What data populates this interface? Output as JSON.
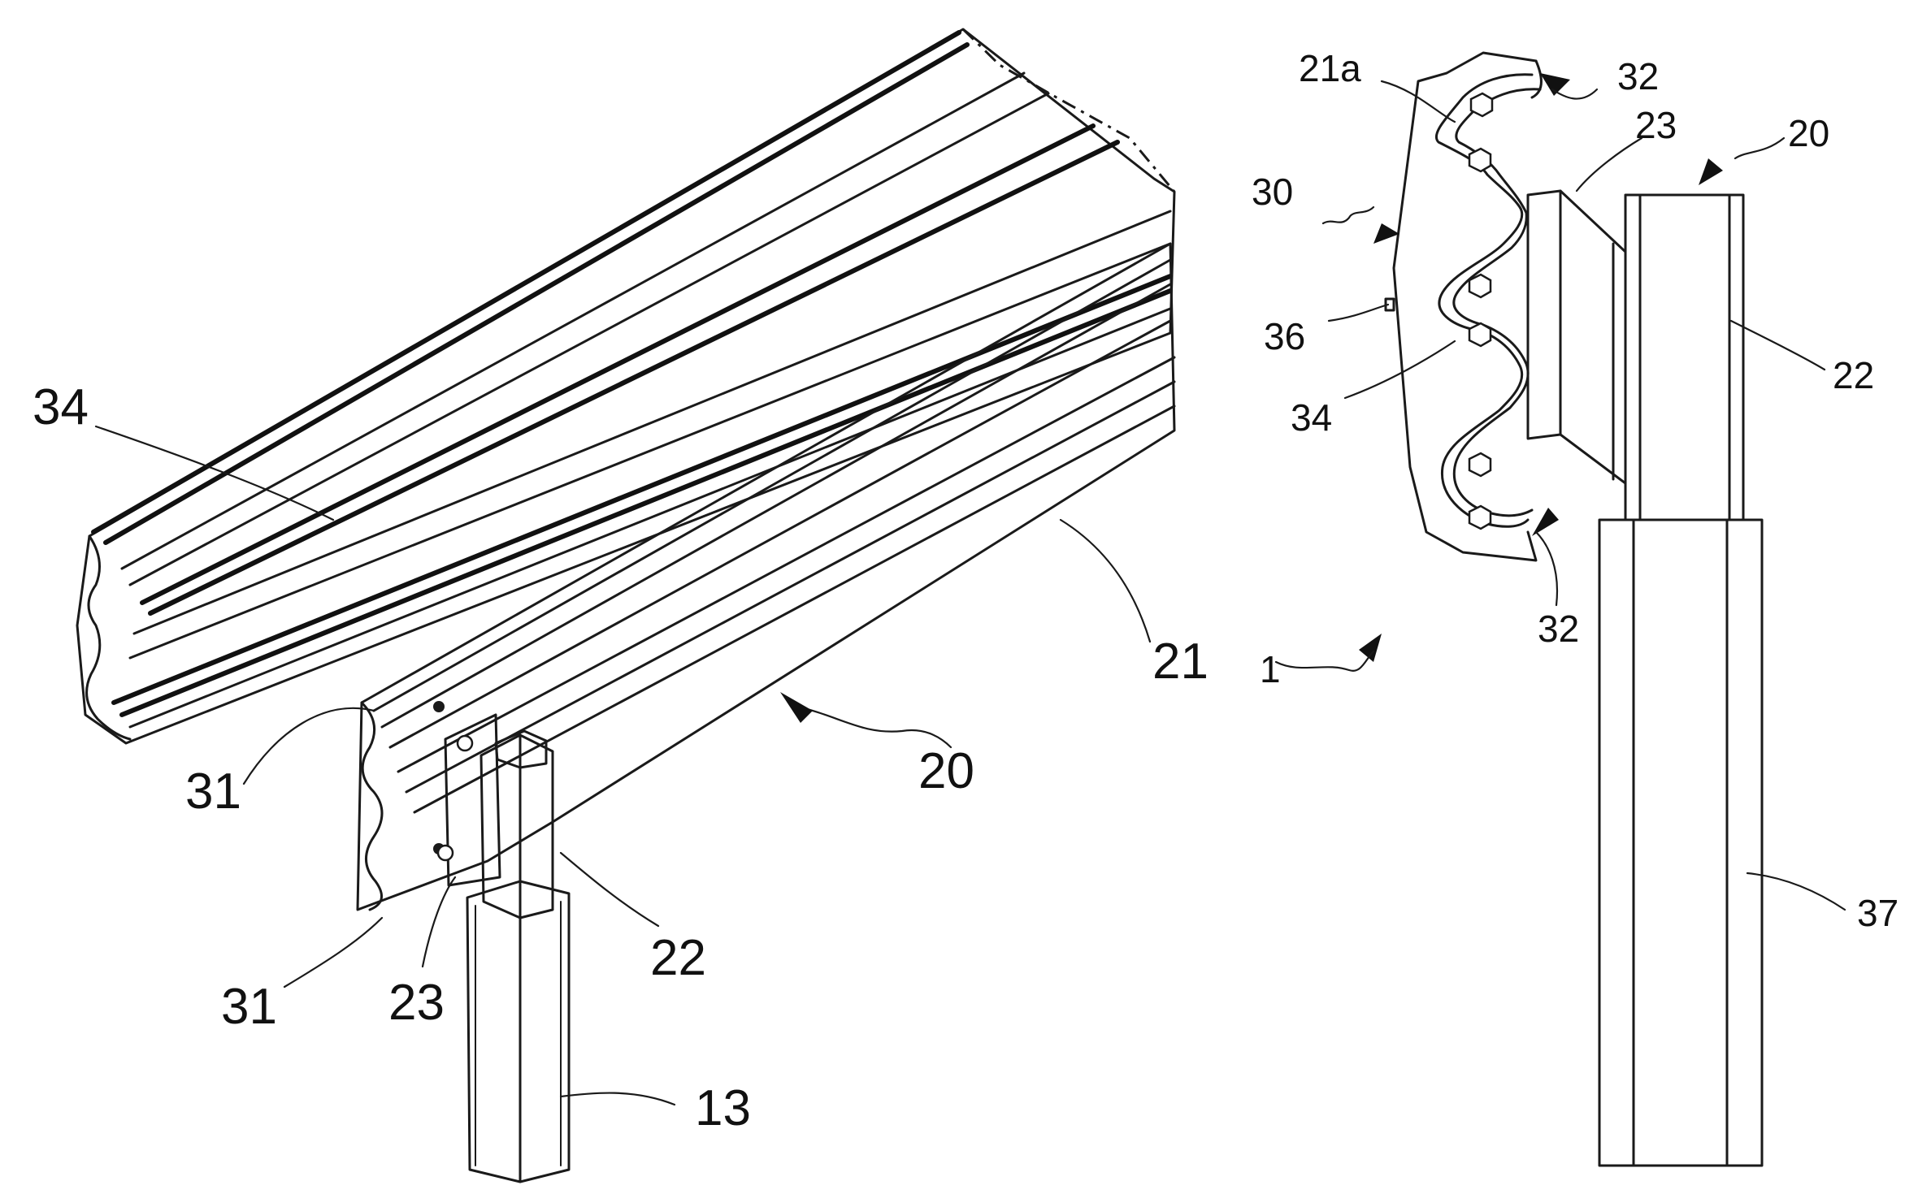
{
  "left_view": {
    "labels": {
      "rail_34": "34",
      "beam_21": "21",
      "arrow_20": "20",
      "flange_31_top": "31",
      "flange_31_bottom": "31",
      "spacer_23": "23",
      "post_22": "22",
      "post_13": "13"
    }
  },
  "right_view": {
    "labels": {
      "rail_21a": "21a",
      "end_32_top": "32",
      "spacer_23": "23",
      "arrow_20": "20",
      "arrow_30": "30",
      "slot_36": "36",
      "post_22": "22",
      "wave_34": "34",
      "end_32_bottom": "32",
      "assembly_1": "1",
      "base_37": "37"
    }
  }
}
